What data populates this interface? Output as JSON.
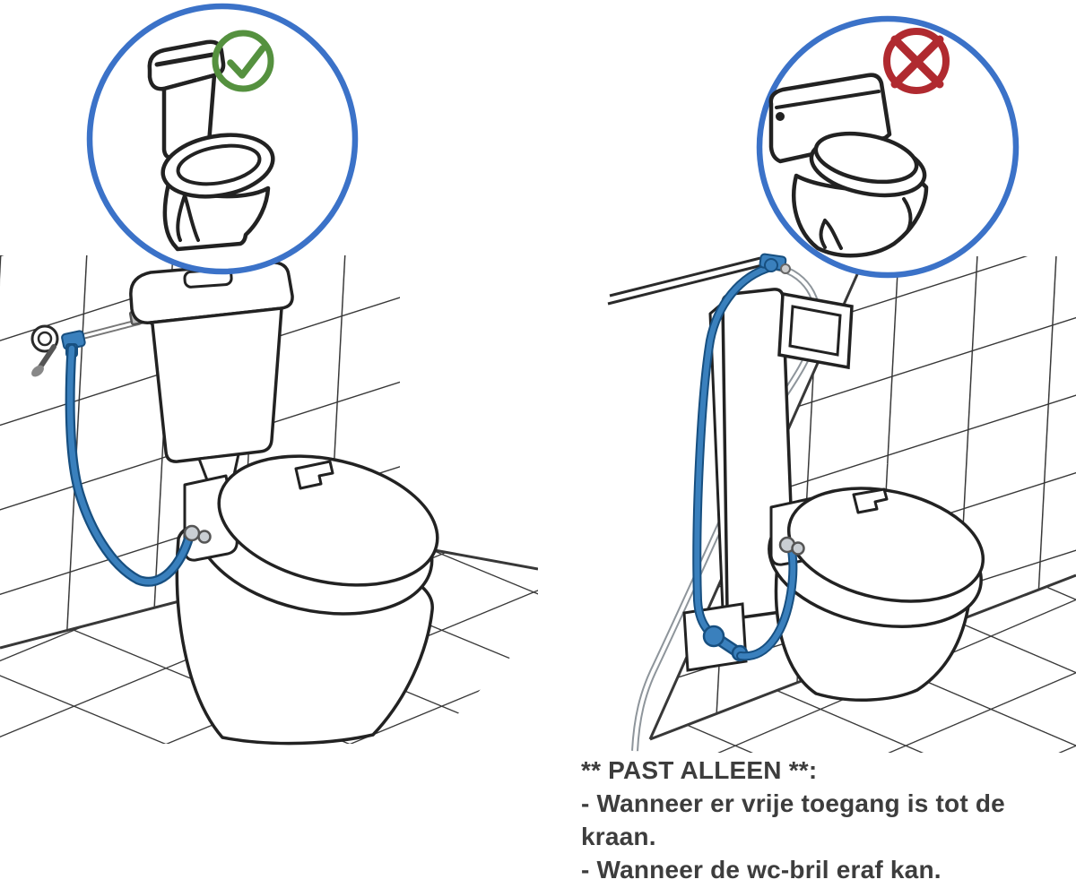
{
  "instructions": {
    "title": "** PAST ALLEEN **:",
    "items": [
      "- Wanneer er vrije toegang is tot de kraan.",
      "- Wanneer de wc-bril eraf kan."
    ]
  },
  "panels": {
    "left": {
      "badge_icon": "close-coupled-toilet-icon",
      "verdict_icon": "check-approved-icon",
      "scene_icon": "close-coupled-toilet-with-tap-and-bidet-hose-illustration"
    },
    "right": {
      "badge_icon": "one-piece-toilet-icon",
      "verdict_icon": "cross-rejected-icon",
      "scene_icon": "wall-hung-toilet-concealed-cistern-illustration"
    }
  },
  "colors": {
    "background": "#ffffff",
    "badge_ring_blue": "#3b72c8",
    "approve_green": "#55913f",
    "reject_red": "#b02a30",
    "line_art": "#222222",
    "tile_line": "#383838",
    "hose_blue": "#3a80bd",
    "hose_blue_dark": "#174f80",
    "hose_gray": "#8e959b",
    "text_gray": "#3d3d3d"
  }
}
